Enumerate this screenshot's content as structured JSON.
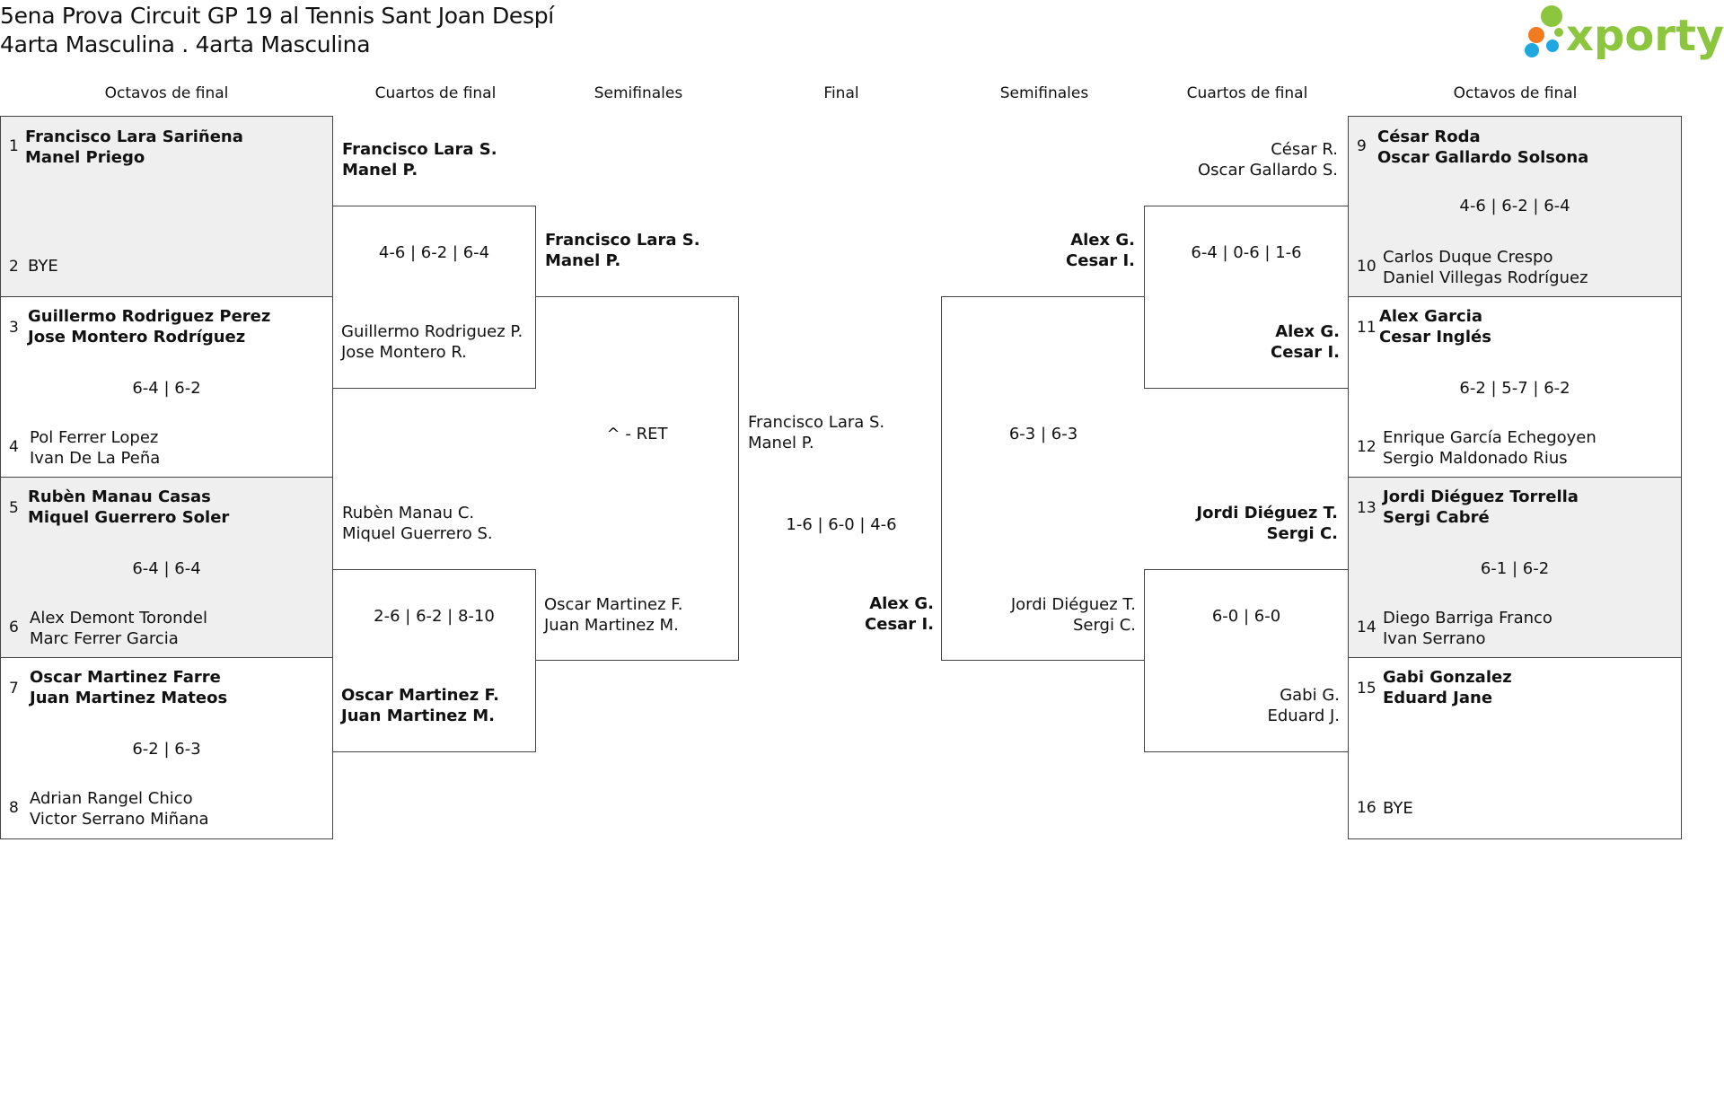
{
  "title": {
    "line1": "5ena Prova Circuit GP 19 al Tennis Sant Joan Despí",
    "line2": "4arta Masculina . 4arta Masculina"
  },
  "logo": {
    "text": "xporty",
    "colors": [
      "#8cc63f",
      "#f47a20",
      "#1ea7e1"
    ]
  },
  "rounds": {
    "r16": "Octavos de final",
    "qf": "Cuartos de final",
    "sf": "Semifinales",
    "f": "Final"
  },
  "left": {
    "r16": [
      {
        "seed_a": "1",
        "a1": "Francisco Lara Sariñena",
        "a2": "Manel Priego",
        "seed_b": "2",
        "b1": "BYE",
        "b2": "",
        "score": ""
      },
      {
        "seed_a": "3",
        "a1": "Guillermo Rodriguez Perez",
        "a2": "Jose Montero Rodríguez",
        "seed_b": "4",
        "b1": "Pol Ferrer Lopez",
        "b2": "Ivan De La Peña",
        "score": "6-4 | 6-2"
      },
      {
        "seed_a": "5",
        "a1": "Rubèn Manau Casas",
        "a2": "Miquel Guerrero Soler",
        "seed_b": "6",
        "b1": "Alex Demont Torondel",
        "b2": "Marc Ferrer Garcia",
        "score": "6-4 | 6-4"
      },
      {
        "seed_a": "7",
        "a1": "Oscar Martinez Farre",
        "a2": "Juan Martinez Mateos",
        "seed_b": "8",
        "b1": "Adrian Rangel Chico",
        "b2": "Victor Serrano Miñana",
        "score": "6-2 | 6-3"
      }
    ],
    "qf": [
      {
        "a1": "Francisco Lara S.",
        "a2": "Manel P.",
        "b1": "Guillermo Rodriguez P.",
        "b2": "Jose Montero R.",
        "score": "4-6 | 6-2 | 6-4"
      },
      {
        "a1": "Rubèn Manau C.",
        "a2": "Miquel Guerrero S.",
        "b1": "Oscar Martinez F.",
        "b2": "Juan Martinez M.",
        "score": "2-6 | 6-2 | 8-10"
      }
    ],
    "sf": {
      "a1": "Francisco Lara S.",
      "a2": "Manel P.",
      "b1": "Oscar Martinez F.",
      "b2": "Juan Martinez M.",
      "score": "^ - RET"
    }
  },
  "final": {
    "a1": "Francisco Lara S.",
    "a2": "Manel P.",
    "b1": "Alex G.",
    "b2": "Cesar I.",
    "score": "1-6 | 6-0 | 4-6"
  },
  "right": {
    "r16": [
      {
        "seed_a": "9",
        "a1": "César Roda",
        "a2": "Oscar Gallardo Solsona",
        "seed_b": "10",
        "b1": "Carlos Duque Crespo",
        "b2": "Daniel Villegas Rodríguez",
        "score": "4-6 | 6-2 | 6-4"
      },
      {
        "seed_a": "11",
        "a1": "Alex Garcia",
        "a2": "Cesar Inglés",
        "seed_b": "12",
        "b1": "Enrique García Echegoyen",
        "b2": "Sergio Maldonado Rius",
        "score": "6-2 | 5-7 | 6-2"
      },
      {
        "seed_a": "13",
        "a1": "Jordi Diéguez Torrella",
        "a2": "Sergi Cabré",
        "seed_b": "14",
        "b1": "Diego Barriga Franco",
        "b2": "Ivan Serrano",
        "score": "6-1 | 6-2"
      },
      {
        "seed_a": "15",
        "a1": "Gabi Gonzalez",
        "a2": "Eduard Jane",
        "seed_b": "16",
        "b1": "BYE",
        "b2": "",
        "score": ""
      }
    ],
    "qf": [
      {
        "a1": "César R.",
        "a2": "Oscar Gallardo S.",
        "b1": "Alex G.",
        "b2": "Cesar I.",
        "score": "6-4 | 0-6 | 1-6"
      },
      {
        "a1": "Jordi Diéguez T.",
        "a2": "Sergi C.",
        "b1": "Gabi G.",
        "b2": "Eduard J.",
        "score": "6-0 | 6-0"
      }
    ],
    "sf": {
      "a1": "Alex G.",
      "a2": "Cesar I.",
      "b1": "Jordi Diéguez T.",
      "b2": "Sergi C.",
      "score": "6-3 | 6-3"
    }
  }
}
